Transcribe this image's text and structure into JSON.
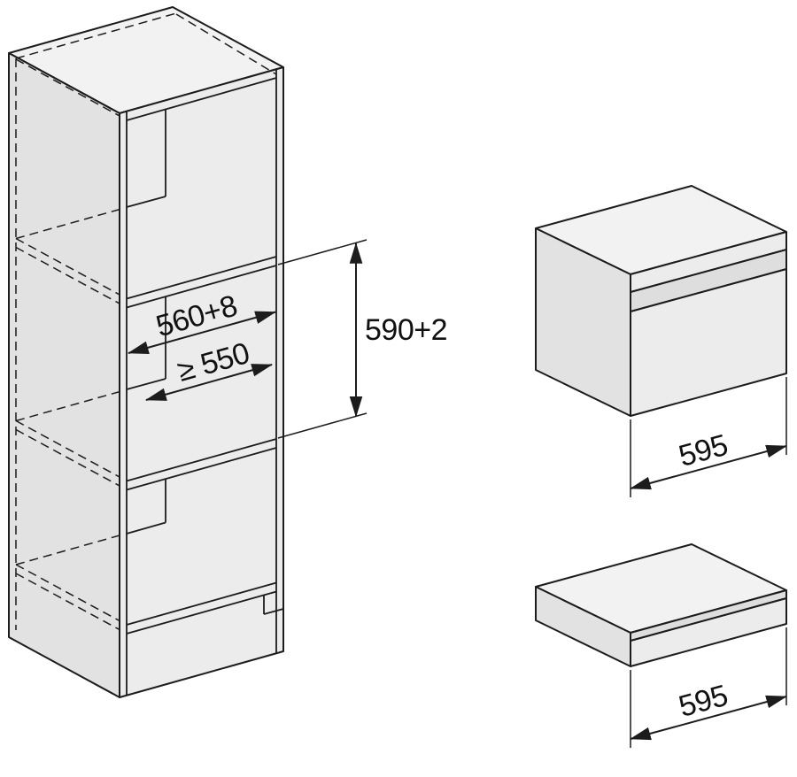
{
  "diagram": {
    "kind": "built-in appliance installation drawing",
    "tall_unit": {
      "niche_width_label": "560+8",
      "niche_depth_label": "≥ 550",
      "niche_height_label": "590+2"
    },
    "oven": {
      "width_label": "595"
    },
    "warming_drawer": {
      "width_label": "595"
    },
    "colors": {
      "line": "#1c1c1c",
      "face_top": "#f2f2f2",
      "face_side": "#e2e2e2",
      "face_front": "#ececec",
      "background": "#ffffff"
    }
  }
}
